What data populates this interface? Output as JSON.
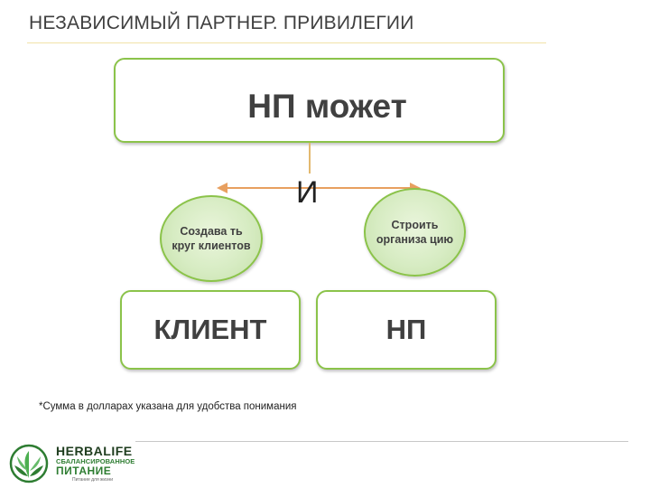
{
  "header": {
    "title": "НЕЗАВИСИМЫЙ ПАРТНЕР. ПРИВИЛЕГИИ"
  },
  "diagram": {
    "top_box": "НП может",
    "connector_label": "И",
    "left_circle": "Создава ть круг клиентов",
    "right_circle": "Строить организа цию",
    "left_box": "КЛИЕНТ",
    "right_box": "НП"
  },
  "footnote": "*Сумма в долларах указана для удобства понимания",
  "logo": {
    "brand": "HERBALIFE",
    "line1": "СБАЛАНСИРОВАННОЕ",
    "line2": "ПИТАНИЕ",
    "tagline": "Питание для жизни"
  },
  "colors": {
    "accent_green": "#8bc34a",
    "arrow_orange": "#e8a060"
  }
}
